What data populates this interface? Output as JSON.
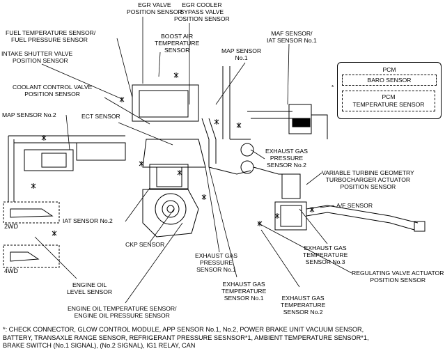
{
  "labels": {
    "egr_valve": [
      "EGR VALVE",
      "POSITION SENSOR"
    ],
    "egr_cooler": [
      "EGR COOLER",
      "BYPASS VALVE",
      "POSITION SENSOR"
    ],
    "fuel_temp": [
      "FUEL TEMPERATURE SENSOR/",
      "FUEL PRESSURE SENSOR"
    ],
    "boost_air": [
      "BOOST AIR",
      "TEMPERATURE",
      "SENSOR"
    ],
    "maf": [
      "MAF SENSOR/",
      "IAT SENSOR No.1"
    ],
    "map1": [
      "MAP SENSOR",
      "No.1"
    ],
    "intake_shutter": [
      "INTAKE SHUTTER VALVE",
      "POSITION SENSOR"
    ],
    "coolant_control": [
      "COOLANT CONTROL VALVE",
      "POSITION SENSOR"
    ],
    "map2": "MAP SENSOR No.2",
    "ect": "ECT SENSOR",
    "exh_gas_p2": [
      "EXHAUST GAS",
      "PRESSURE",
      "SENSOR No.2"
    ],
    "vtg": [
      "VARIABLE TURBINE GEOMETRY",
      "TURBOCHARGER ACTUATOR",
      "POSITION SENSOR"
    ],
    "af": "A/F SENSOR",
    "iat2": "IAT SENSOR No.2",
    "ckp": "CKP SENSOR",
    "exh_gas_t3": [
      "EXHAUST GAS",
      "TEMPERATURE",
      "SENSOR No.3"
    ],
    "exh_gas_p1": [
      "EXHAUST GAS",
      "PRESSURE",
      "SENSOR No.1"
    ],
    "reg_valve": [
      "REGULATING VALVE ACTUATOR",
      "POSITION SENSOR"
    ],
    "exh_gas_t1": [
      "EXHAUST GAS",
      "TEMPERATURE",
      "SENSOR No.1"
    ],
    "engine_oil_level": [
      "ENGINE OIL",
      "LEVEL SENSOR"
    ],
    "exh_gas_t2": [
      "EXHAUST GAS",
      "TEMPERATURE",
      "SENSOR No.2"
    ],
    "engine_oil_temp": [
      "ENGINE OIL TEMPERATURE SENSOR/",
      "ENGINE OIL PRESSURE SENSOR"
    ]
  },
  "pcm": {
    "title": "PCM",
    "baro": "BARO SENSOR",
    "pcm_temp": [
      "PCM",
      "TEMPERATURE SENSOR"
    ],
    "asterisk": "*"
  },
  "tags": {
    "wd2": "2WD",
    "wd4": "4WD"
  },
  "footnote": [
    "*: CHECK CONNECTOR, GLOW CONTROL MODULE, APP SENSOR No.1, No.2, POWER BRAKE UNIT VACUUM SENSOR,",
    "BATTERY, TRANSAXLE RANGE SENSOR, REFRIGERANT PRESSURE SESNSOR*1, AMBIENT TEMPERATURE SENSOR*1,",
    "BRAKE SWITCH (No.1 SIGNAL), (No.2 SIGNAL), IG1 RELAY, CAN"
  ]
}
